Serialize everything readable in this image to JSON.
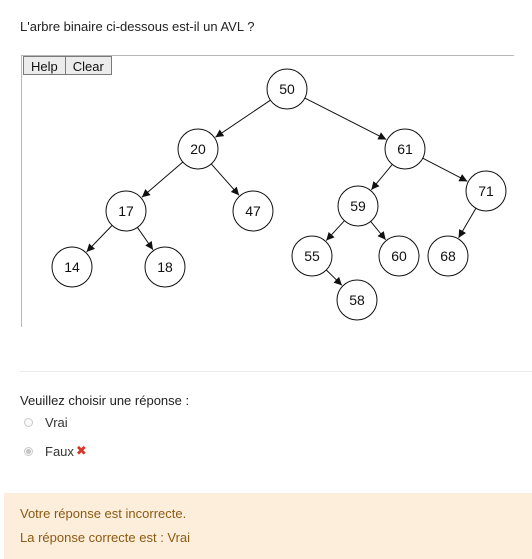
{
  "question": {
    "text": "L'arbre binaire ci-dessous est-il un AVL ?"
  },
  "toolbar": {
    "help_label": "Help",
    "clear_label": "Clear"
  },
  "tree": {
    "nodes": [
      {
        "id": "n50",
        "label": "50"
      },
      {
        "id": "n20",
        "label": "20"
      },
      {
        "id": "n61",
        "label": "61"
      },
      {
        "id": "n17",
        "label": "17"
      },
      {
        "id": "n47",
        "label": "47"
      },
      {
        "id": "n59",
        "label": "59"
      },
      {
        "id": "n71",
        "label": "71"
      },
      {
        "id": "n14",
        "label": "14"
      },
      {
        "id": "n18",
        "label": "18"
      },
      {
        "id": "n55",
        "label": "55"
      },
      {
        "id": "n60",
        "label": "60"
      },
      {
        "id": "n68",
        "label": "68"
      },
      {
        "id": "n58",
        "label": "58"
      }
    ],
    "edges": [
      [
        "n50",
        "n20"
      ],
      [
        "n50",
        "n61"
      ],
      [
        "n20",
        "n17"
      ],
      [
        "n20",
        "n47"
      ],
      [
        "n17",
        "n14"
      ],
      [
        "n17",
        "n18"
      ],
      [
        "n61",
        "n59"
      ],
      [
        "n61",
        "n71"
      ],
      [
        "n59",
        "n55"
      ],
      [
        "n59",
        "n60"
      ],
      [
        "n71",
        "n68"
      ],
      [
        "n55",
        "n58"
      ]
    ]
  },
  "answer": {
    "prompt": "Veuillez choisir une réponse :",
    "options": [
      {
        "label": "Vrai",
        "selected": false
      },
      {
        "label": "Faux",
        "selected": true,
        "marked_wrong": true
      }
    ],
    "wrong_mark": "✖"
  },
  "feedback": {
    "status": "Votre réponse est incorrecte.",
    "correct_answer": "La réponse correcte est : Vrai"
  },
  "colors": {
    "feedback_bg": "#fdeedb",
    "feedback_text": "#8a5a12",
    "wrong_mark": "#d9362b"
  }
}
